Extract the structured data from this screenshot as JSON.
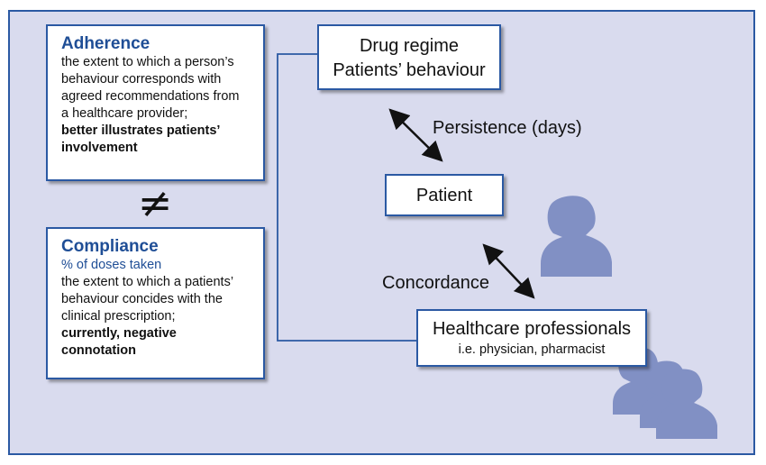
{
  "colors": {
    "background": "#d9dbee",
    "border": "#2b59a3",
    "heading": "#1f4e96",
    "figure": "#8190c4"
  },
  "adherence": {
    "title": "Adherence",
    "lines": [
      "the extent to which a person’s",
      "behaviour corresponds with",
      "agreed recommendations from",
      "a healthcare provider;"
    ],
    "bold_lines": [
      "better illustrates patients’",
      "involvement"
    ]
  },
  "not_equal_symbol": "≠",
  "compliance": {
    "title": "Compliance",
    "subtitle": "% of doses taken",
    "lines": [
      "the extent to which a patients’",
      "behaviour concides with the",
      "clinical prescription;"
    ],
    "bold_lines": [
      "currently, negative",
      "connotation"
    ]
  },
  "drug_regime": {
    "lines": [
      "Drug regime",
      "Patients’ behaviour"
    ]
  },
  "persistence_label": "Persistence (days)",
  "patient": {
    "label": "Patient",
    "icon": "person-icon"
  },
  "concordance_label": "Concordance",
  "healthcare": {
    "title": "Healthcare professionals",
    "subtitle": "i.e. physician, pharmacist",
    "icon": "group-icon"
  }
}
